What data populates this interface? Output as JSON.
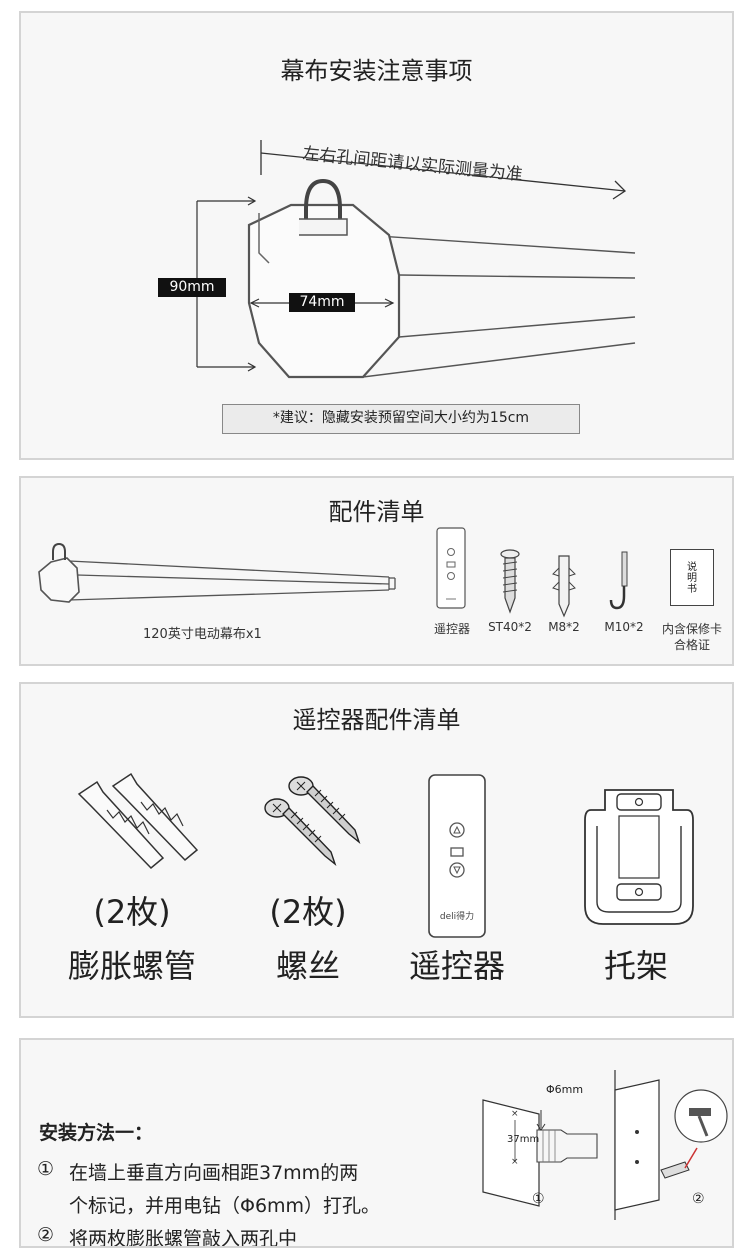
{
  "panel1": {
    "title": "幕布安装注意事项",
    "hole_note": "左右孔间距请以实际测量为准",
    "dim_height": "90mm",
    "dim_width": "74mm",
    "suggestion": "*建议：隐藏安装预留空间大小约为15cm"
  },
  "panel2": {
    "title": "配件清单",
    "screen_caption": "120英寸电动幕布x1",
    "items": [
      {
        "label": "遥控器",
        "icon": "remote-icon"
      },
      {
        "label": "ST40*2",
        "icon": "screw-icon"
      },
      {
        "label": "M8*2",
        "icon": "anchor-icon"
      },
      {
        "label": "M10*2",
        "icon": "hook-icon"
      },
      {
        "label": "内含保修卡",
        "label2": "合格证",
        "icon": "manual-icon"
      }
    ],
    "manual_text": "说明书"
  },
  "panel3": {
    "title": "遥控器配件清单",
    "items": [
      {
        "count": "(2枚)",
        "name": "膨胀螺管"
      },
      {
        "count": "(2枚)",
        "name": "螺丝"
      },
      {
        "count": "",
        "name": "遥控器"
      },
      {
        "count": "",
        "name": "托架"
      }
    ],
    "remote_brand": "deli得力"
  },
  "panel4": {
    "heading": "安装方法一：",
    "step1_num": "①",
    "step1_line1": "在墙上垂直方向画相距37mm的两",
    "step1_line2": "个标记，并用电钻（Φ6mm）打孔。",
    "step2_num": "②",
    "step2_line1": "将两枚膨胀螺管敲入两孔中",
    "fig_drill": "Φ6mm",
    "fig_gap": "37mm",
    "fig1_num": "①",
    "fig2_num": "②"
  }
}
